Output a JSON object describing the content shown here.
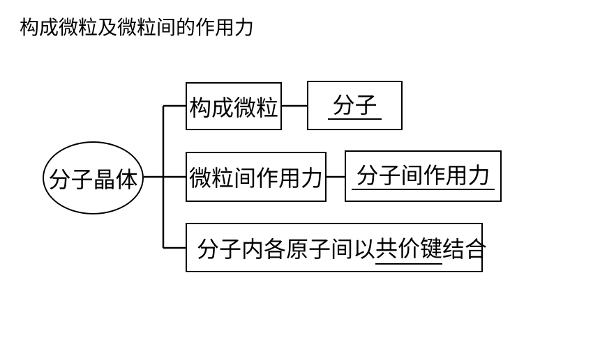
{
  "slide": {
    "title": "构成微粒及微粒间的作用力"
  },
  "diagram": {
    "root": "分子晶体",
    "structural_particle": {
      "label": "构成微粒",
      "answer": "分子"
    },
    "interparticle_force": {
      "label": "微粒间作用力",
      "answer": "分子间作用力"
    },
    "intramolecular_bond": {
      "prefix": "分子内各原子间以",
      "answer": "共价键",
      "suffix": "结合"
    }
  }
}
